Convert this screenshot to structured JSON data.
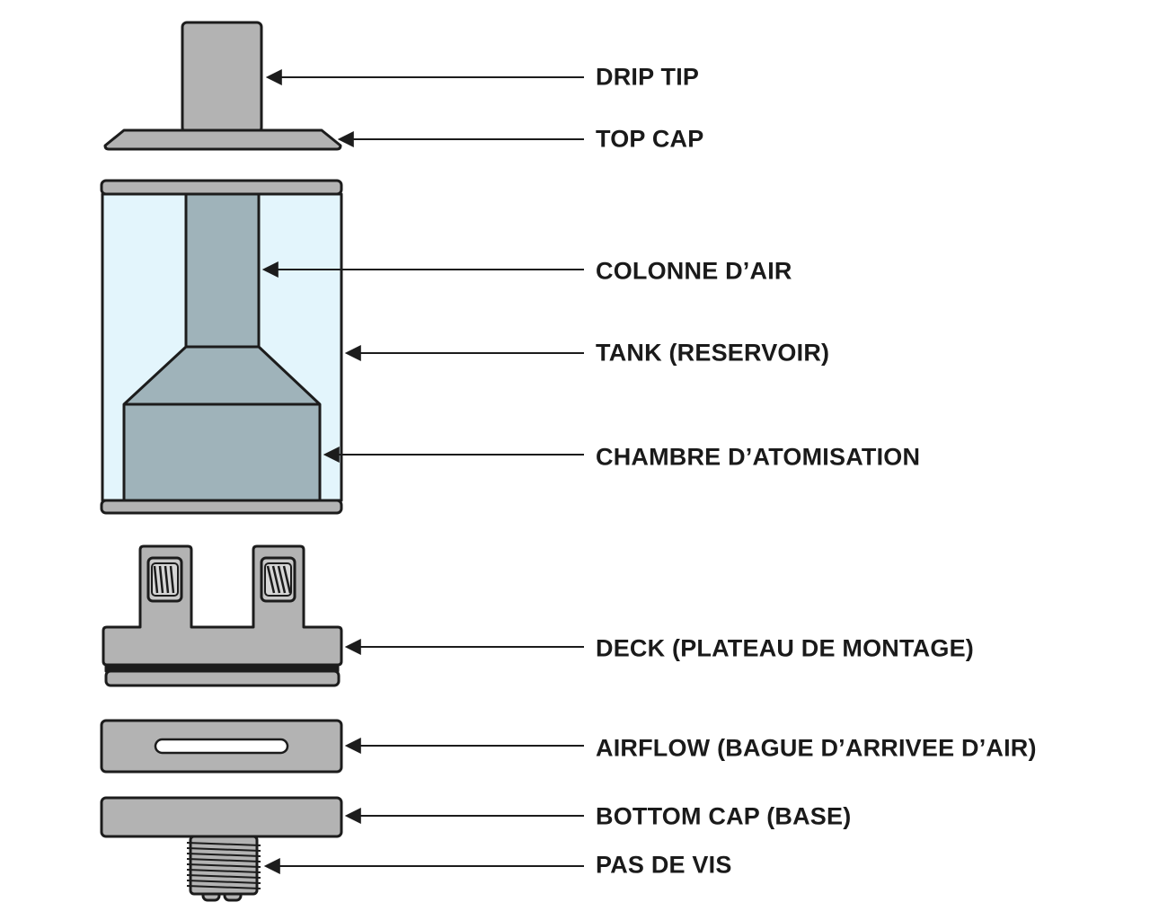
{
  "diagram": {
    "colors": {
      "metal": "#b3b3b3",
      "outline": "#1c1c1c",
      "glass": "#e3f5fc",
      "chimney": "#9fb3ba",
      "background": "#ffffff"
    },
    "labels": {
      "drip_tip": "DRIP TIP",
      "top_cap": "TOP CAP",
      "colonne_air": "COLONNE D’AIR",
      "tank": "TANK (RESERVOIR)",
      "chambre": "CHAMBRE D’ATOMISATION",
      "deck": "DECK (PLATEAU DE MONTAGE)",
      "airflow": "AIRFLOW (BAGUE D’ARRIVEE D’AIR)",
      "bottom_cap": "BOTTOM CAP (BASE)",
      "pas_de_vis": "PAS DE VIS"
    }
  }
}
